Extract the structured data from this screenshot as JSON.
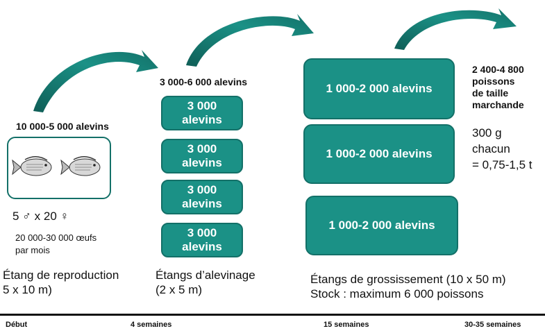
{
  "colors": {
    "pond_fill": "#1b9186",
    "pond_border": "#137068",
    "arrow": "#1b8a80"
  },
  "stage1": {
    "count_label": "10 000-5 000 alevins",
    "fish_icon": "tilapia-icon",
    "breeders": "5 ♂  x  20 ♀",
    "eggs_line1": "20 000-30 000 œufs",
    "eggs_line2": "par mois",
    "pond_line1": "Étang de reproduction",
    "pond_line2": "5 x 10 m)"
  },
  "stage2": {
    "count_label": "3 000-6 000 alevins",
    "ponds": [
      {
        "line1": "3 000",
        "line2": "alevins"
      },
      {
        "line1": "3 000",
        "line2": "alevins"
      },
      {
        "line1": "3 000",
        "line2": "alevins"
      },
      {
        "line1": "3 000",
        "line2": "alevins"
      }
    ],
    "pond_line1": "Étangs d’alevinage",
    "pond_line2": "(2 x 5 m)"
  },
  "stage3": {
    "ponds": [
      {
        "label": "1 000-2 000 alevins"
      },
      {
        "label": "1 000-2 000 alevins"
      },
      {
        "label": "1 000-2 000 alevins"
      }
    ],
    "pond_line1": "Étangs de grossissement (10 x 50 m)",
    "pond_line2": "Stock : maximum 6 000 poissons"
  },
  "stage4": {
    "title_line1": "2 400-4 800",
    "title_line2": "poissons",
    "title_line3": "de taille",
    "title_line4": "marchande",
    "weight_line1": "300 g",
    "weight_line2": "chacun",
    "weight_line3": "= 0,75-1,5 t"
  },
  "timeline": {
    "start": "Début",
    "week4": "4 semaines",
    "week15": "15 semaines",
    "week30": "30-35 semaines"
  }
}
